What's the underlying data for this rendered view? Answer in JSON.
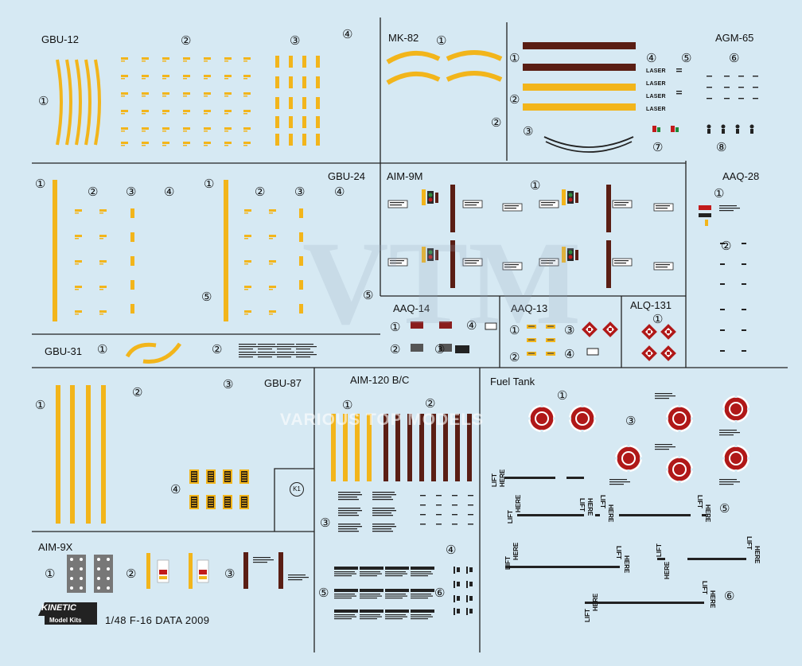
{
  "sheet": {
    "footer": "1/48 F-16 DATA 2009",
    "brand": {
      "name": "KINETIC",
      "tagline": "Model Kits"
    },
    "watermark": {
      "letters": "VTM",
      "text": "VARIOUS TOP MODELS"
    },
    "colors": {
      "background": "#d6e9f3",
      "yellow": "#f2b51b",
      "brown": "#5a1e14",
      "red": "#b01818",
      "white": "#ffffff"
    }
  },
  "sections": {
    "gbu12": {
      "title": "GBU-12",
      "n1": "①",
      "n2": "②",
      "n3": "③",
      "n4": "④"
    },
    "mk82": {
      "title": "MK-82",
      "n1": "①"
    },
    "agm65": {
      "title": "AGM-65",
      "n1": "①",
      "n2": "②",
      "n3": "③",
      "n4": "④",
      "n5": "⑤",
      "n6": "⑥",
      "n7": "⑦",
      "n8": "⑧",
      "laser": "LASER"
    },
    "gbu24": {
      "title": "GBU-24",
      "n1a": "①",
      "n2a": "②",
      "n3a": "③",
      "n4a": "④",
      "n5a": "⑤",
      "n1b": "①",
      "n2b": "②",
      "n3b": "③",
      "n4b": "④",
      "n5b": "⑤"
    },
    "aim9m": {
      "title": "AIM-9M",
      "n1": "①"
    },
    "aaq28": {
      "title": "AAQ-28",
      "n1": "①",
      "n2": "②"
    },
    "gbu31": {
      "title": "GBU-31",
      "n1": "①",
      "n2": "②"
    },
    "aaq14": {
      "title": "AAQ-14",
      "n1": "①",
      "n2": "②",
      "n3": "③",
      "n4": "④"
    },
    "aaq13": {
      "title": "AAQ-13",
      "n1": "①",
      "n2": "②",
      "n3": "③",
      "n4": "④"
    },
    "alq131": {
      "title": "ALQ-131",
      "n1": "①"
    },
    "gbu87": {
      "title": "GBU-87",
      "n1": "①",
      "n2": "②",
      "n3": "③",
      "n4": "④",
      "k1": "K1"
    },
    "aim120": {
      "title": "AIM-120 B/C",
      "n1": "①",
      "n2": "②",
      "n3": "③",
      "n4": "④",
      "n5": "⑤",
      "n6": "⑥"
    },
    "aim9x": {
      "title": "AIM-9X",
      "n1": "①",
      "n2": "②",
      "n3": "③"
    },
    "fueltank": {
      "title": "Fuel Tank",
      "n1": "①",
      "n3": "③",
      "n5": "⑤",
      "n6": "⑥",
      "lift": "LIFT",
      "here": "HERE"
    }
  }
}
